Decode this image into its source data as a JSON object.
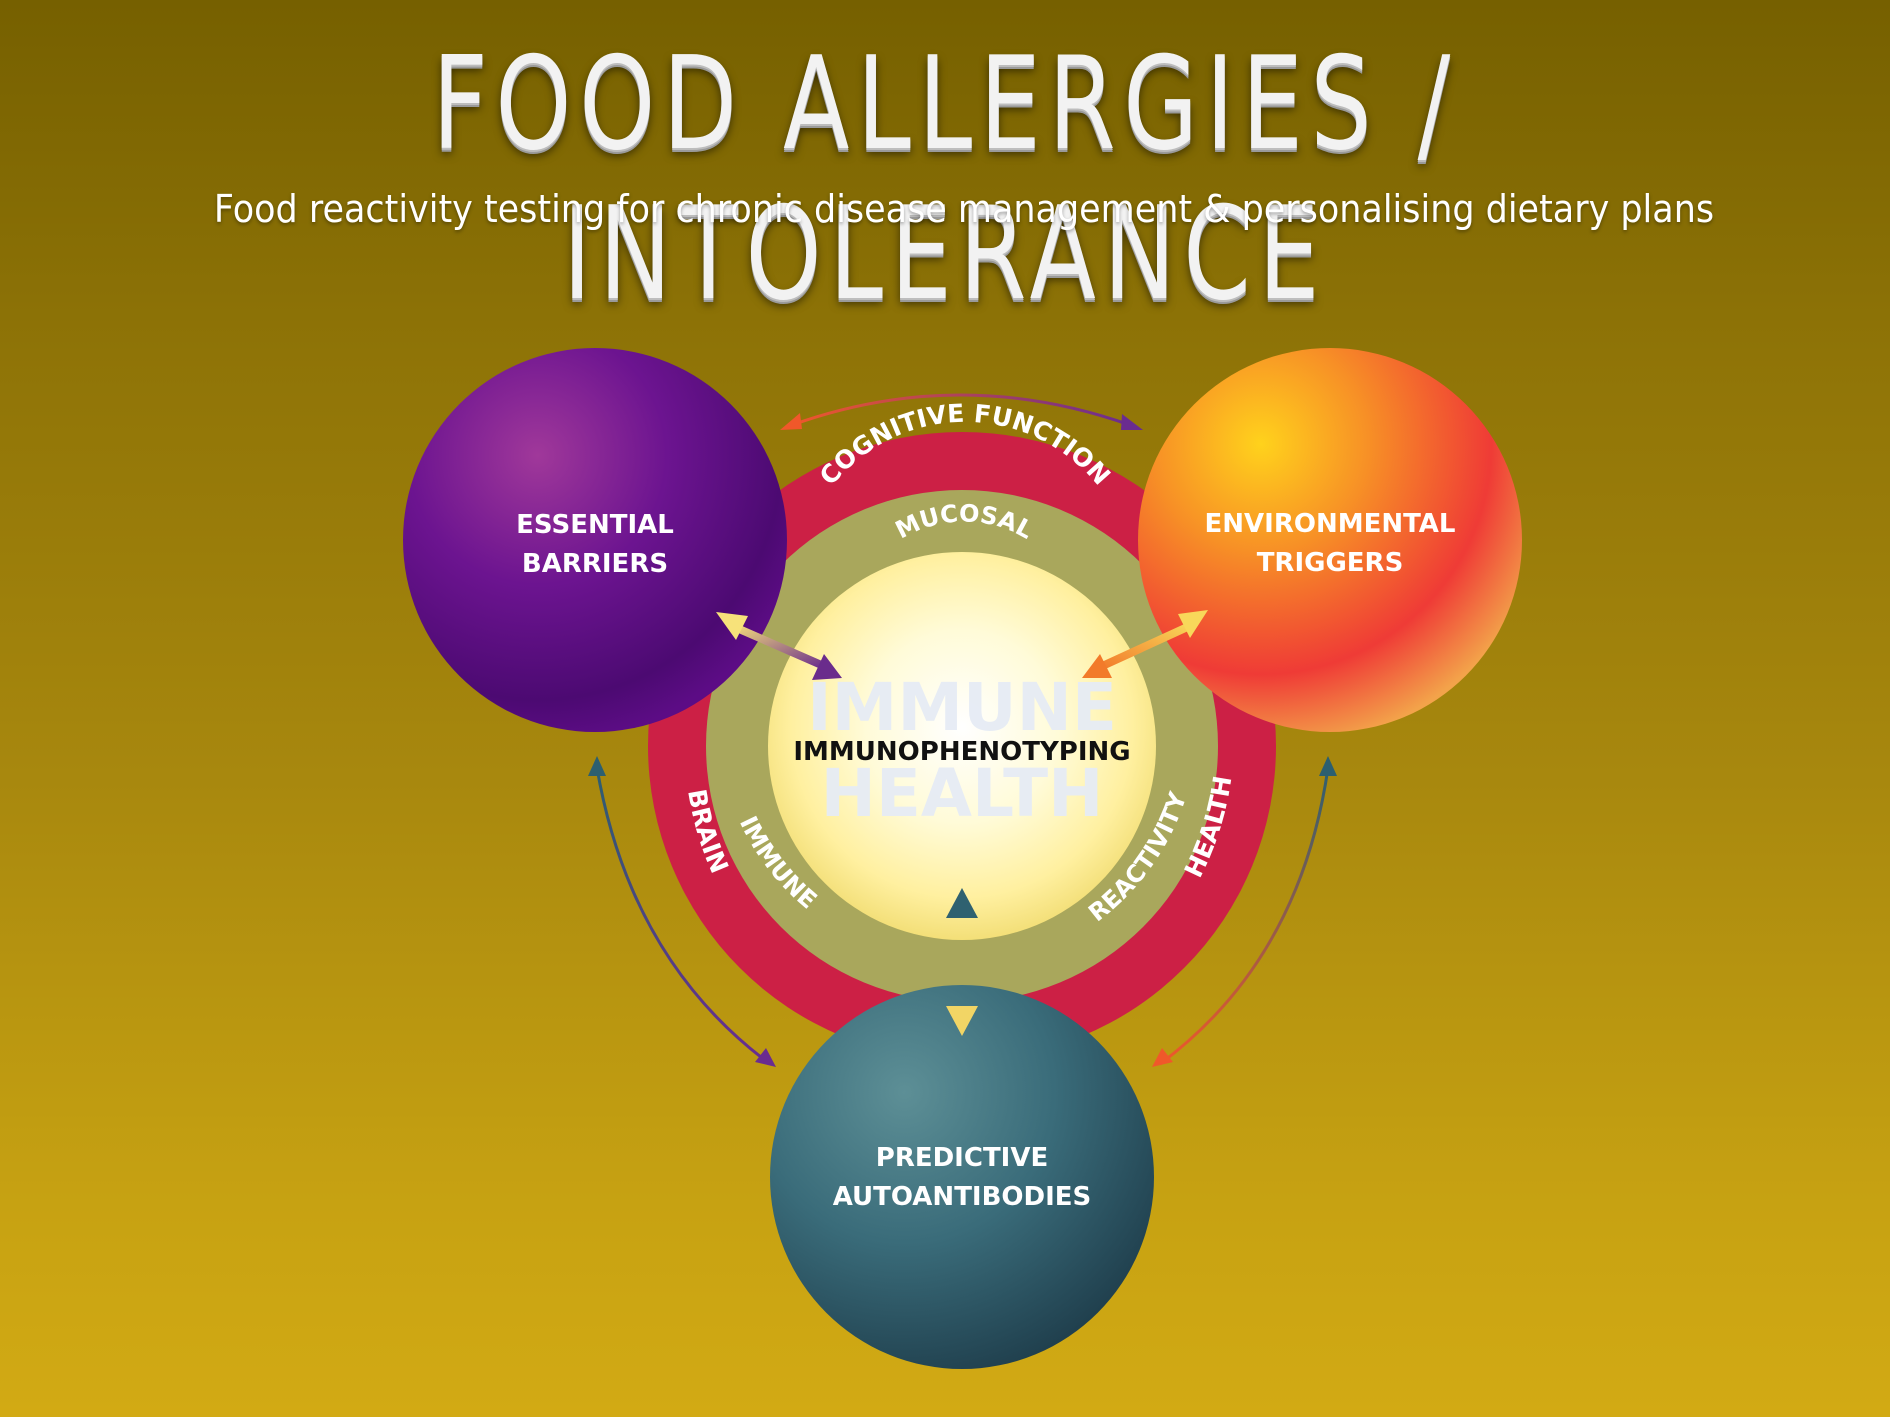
{
  "title": "FOOD ALLERGIES / INTOLERANCE",
  "subtitle": "Food reactivity testing for chronic disease management & personalising dietary plans",
  "diagram": {
    "outer_ring": {
      "top": "COGNITIVE FUNCTION",
      "left": "BRAIN",
      "right": "HEALTH"
    },
    "inner_ring": {
      "top": "MUCOSAL",
      "left": "IMMUNE",
      "right": "REACTIVITY"
    },
    "center": {
      "watermark_line1": "IMMUNE",
      "watermark_line2": "HEALTH",
      "label": "IMMUNOPHENOTYPING"
    },
    "nodes": {
      "essential_barriers": {
        "line1": "ESSENTIAL",
        "line2": "BARRIERS"
      },
      "environmental_triggers": {
        "line1": "ENVIRONMENTAL",
        "line2": "TRIGGERS"
      },
      "predictive_autoantibodies": {
        "line1": "PREDICTIVE",
        "line2": "AUTOANTIBODIES"
      }
    },
    "colors": {
      "outer_ring": "#cc2045",
      "inner_ring": "#a9a75c",
      "center": "#fff6b0",
      "purple": "#6a1390",
      "orange": "#f06a1e",
      "teal": "#2e6272"
    }
  }
}
